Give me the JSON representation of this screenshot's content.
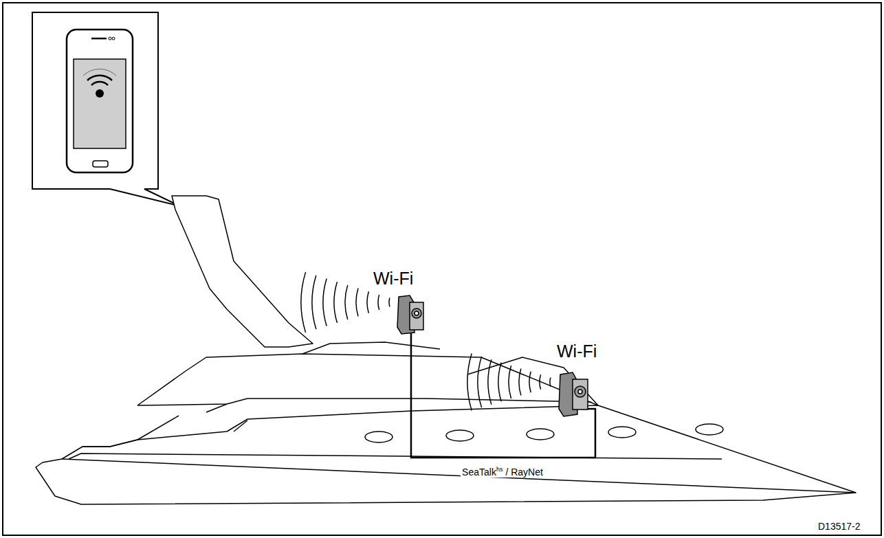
{
  "diagram": {
    "labels": [
      "Wi-Fi",
      "Wi-Fi",
      "SeaTalk",
      "hs",
      "/ RayNet",
      "D13517-2"
    ]
  }
}
